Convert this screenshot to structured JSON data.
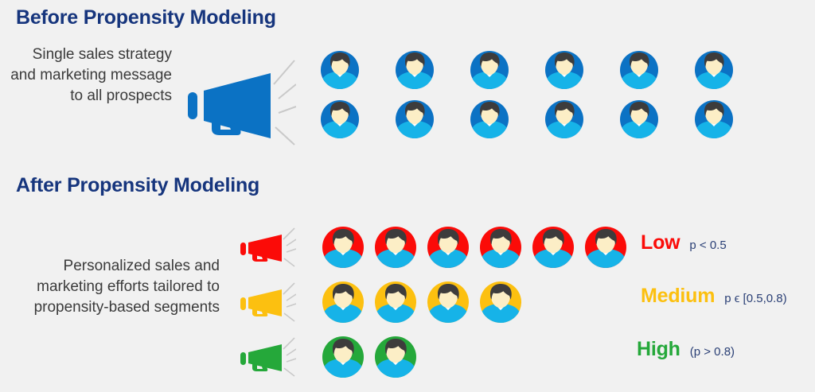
{
  "colors": {
    "background": "#f1f1f1",
    "heading_navy": "#16357d",
    "body_text": "#3b3b3b",
    "brand_blue": "#0b72c4",
    "avatar_blue": "#0b72c4",
    "avatar_red": "#fb0b08",
    "avatar_yellow": "#fcc010",
    "avatar_green": "#25a83a",
    "shirt_cyan": "#16b3e8",
    "hair_dark": "#3d3c3c",
    "skin": "#fceec6",
    "collar_white": "#ffffff",
    "spark_gray": "#c9c9c9",
    "megaphone_blue": "#0b72c4",
    "megaphone_red": "#fb0b08",
    "megaphone_yellow": "#fcc010",
    "megaphone_green": "#25a83a"
  },
  "sections": {
    "before": {
      "title": "Before Propensity Modeling",
      "body": "Single sales strategy and marketing message to all prospects",
      "megaphone_icon": "megaphone-icon",
      "avatar_rows": [
        6,
        6
      ],
      "avatar_color_key": "avatar_blue",
      "total_prospects": 12
    },
    "after": {
      "title": "After Propensity Modeling",
      "body": "Personalized sales and marketing efforts tailored to propensity-based segments",
      "segments": [
        {
          "name": "low",
          "label": "Low",
          "range": "p < 0.5",
          "count": 6,
          "color_key": "avatar_red",
          "label_color": "#fb0b08",
          "megaphone_icon": "megaphone-icon"
        },
        {
          "name": "medium",
          "label": "Medium",
          "range": "p ϵ [0.5,0.8)",
          "count": 4,
          "color_key": "avatar_yellow",
          "label_color": "#fcc010",
          "megaphone_icon": "megaphone-icon"
        },
        {
          "name": "high",
          "label": "High",
          "range": "(p > 0.8)",
          "count": 2,
          "color_key": "avatar_green",
          "label_color": "#25a83a",
          "megaphone_icon": "megaphone-icon"
        }
      ]
    }
  }
}
